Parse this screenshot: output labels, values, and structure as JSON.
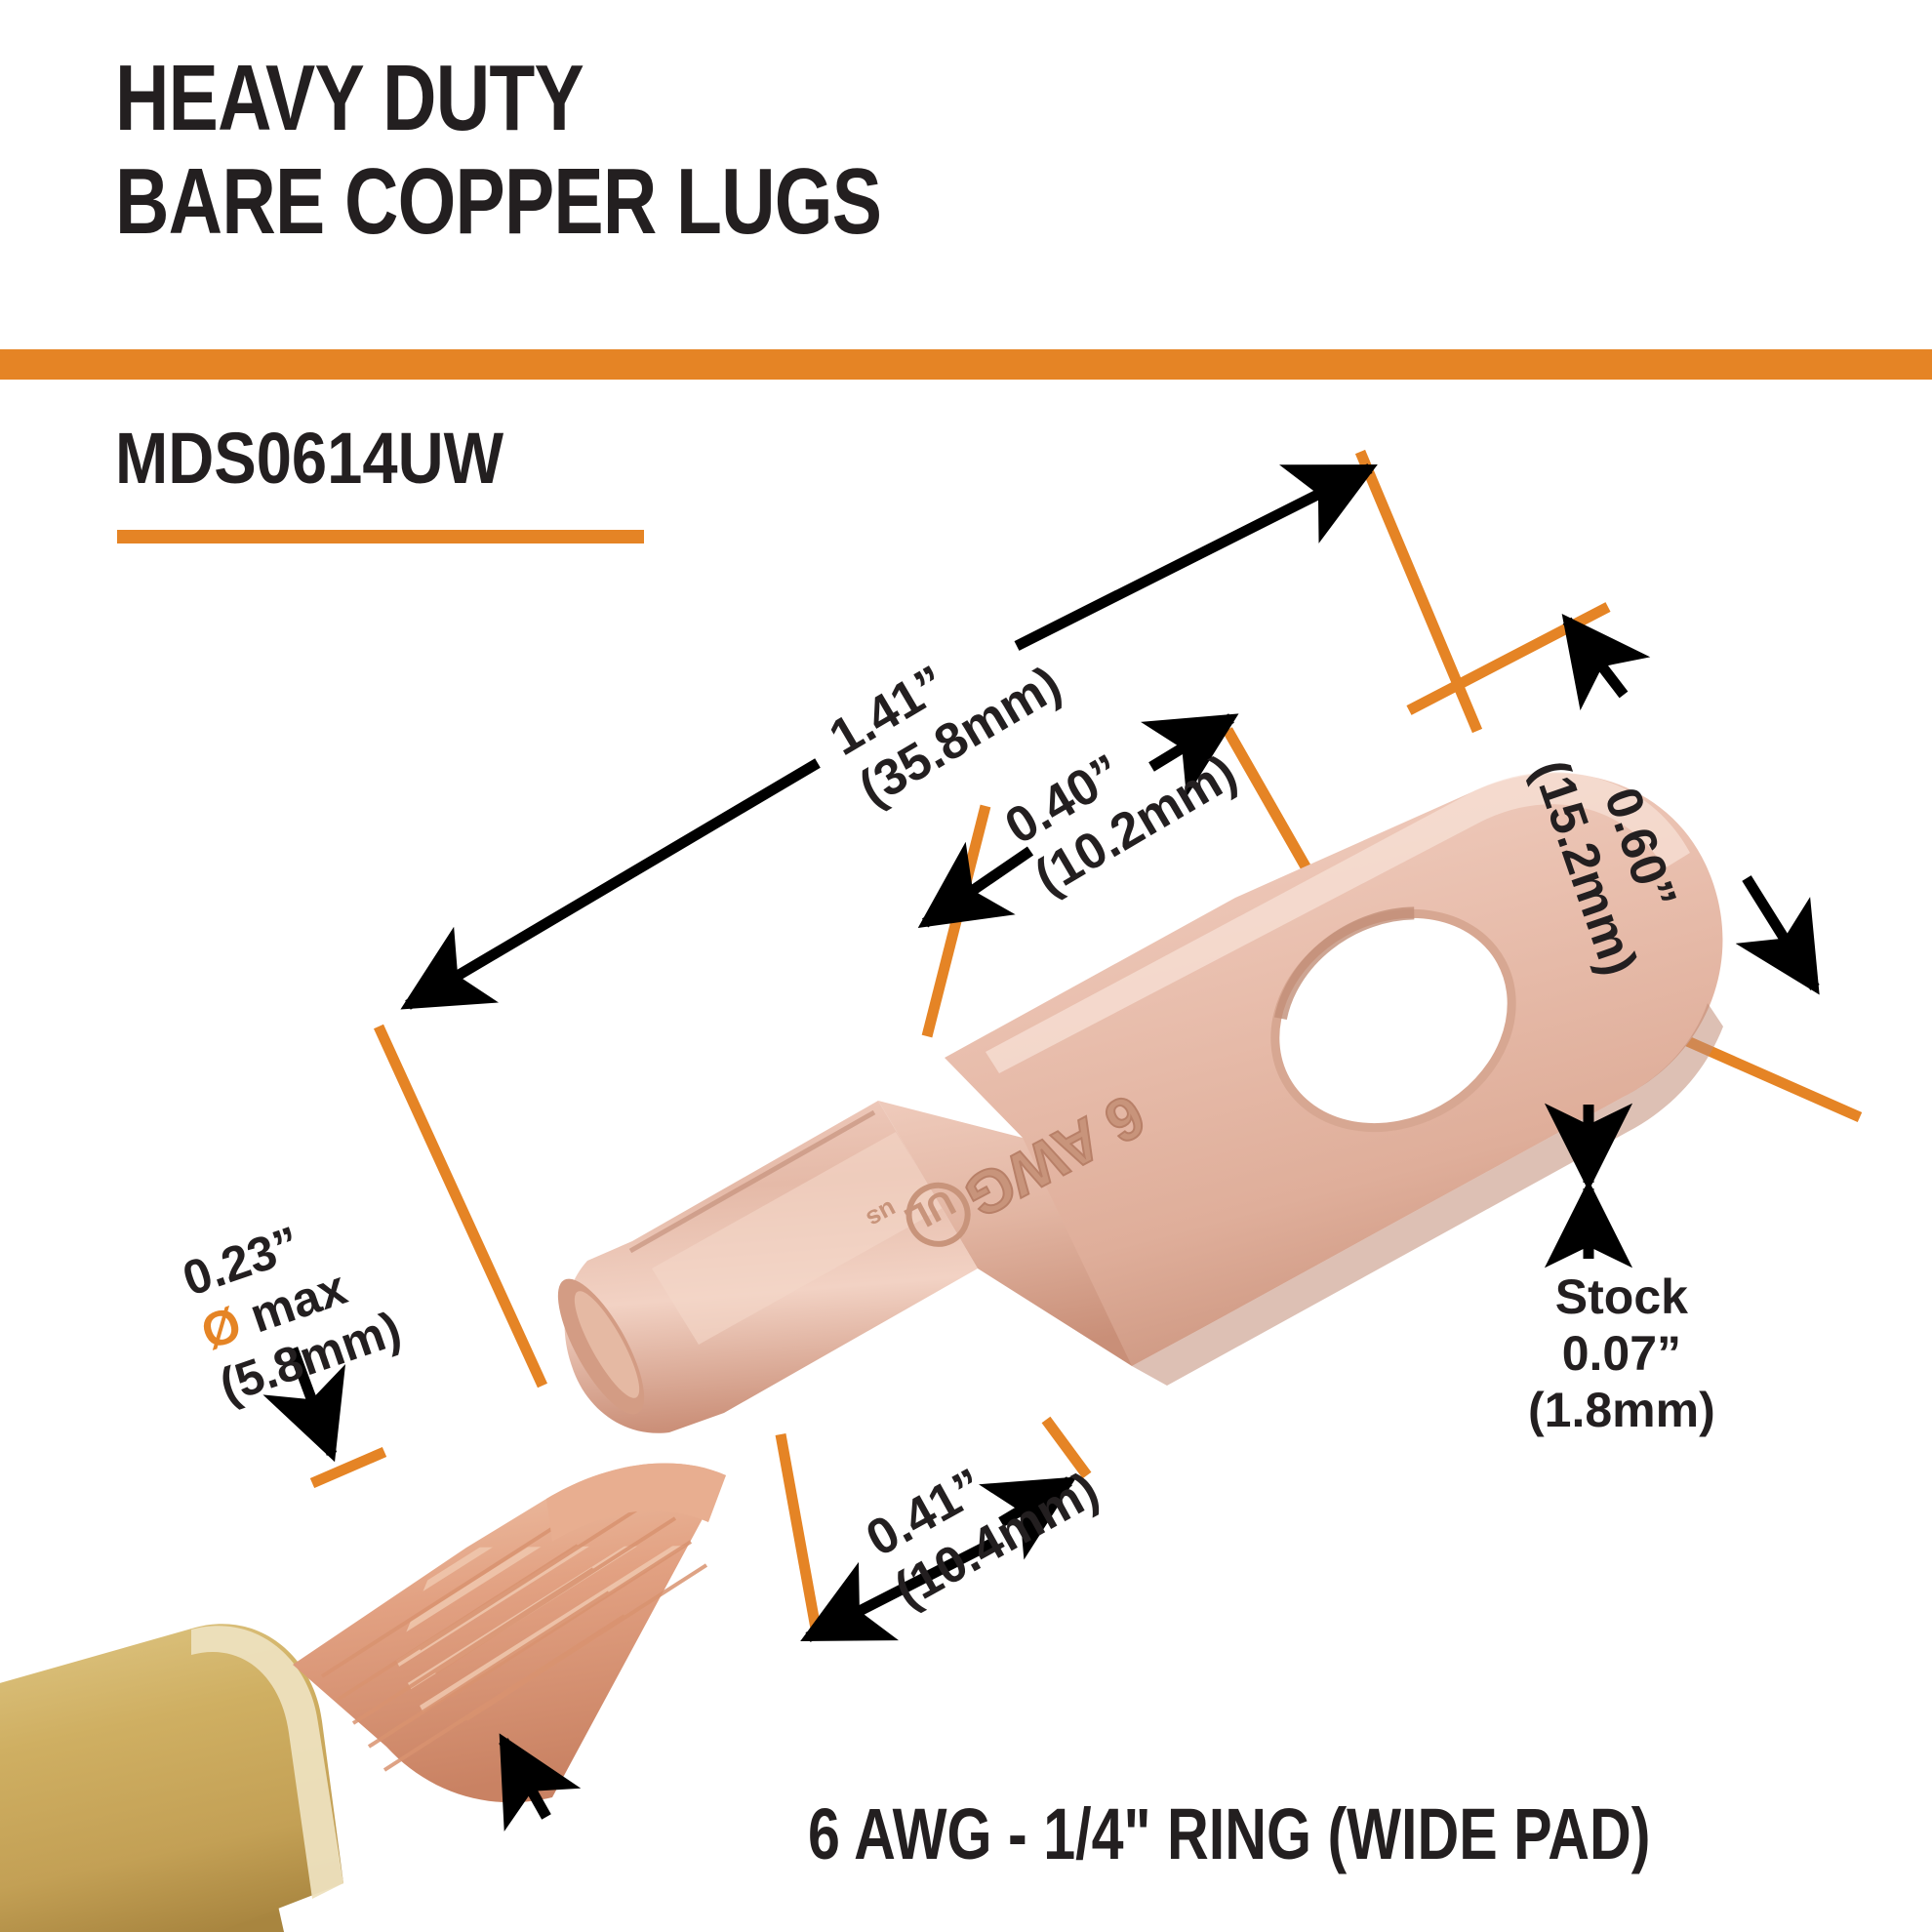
{
  "header": {
    "title_line1": "HEAVY DUTY",
    "title_line2": "BARE COPPER LUGS",
    "part_number": "MDS0614UW",
    "accent_color": "#E58425",
    "text_color": "#231f20"
  },
  "footer": {
    "caption": "6 AWG - 1/4\" RING (WIDE PAD)"
  },
  "dimensions": {
    "overall_length": {
      "name": "overall-length",
      "inches": "1.41”",
      "mm": "(35.8mm)"
    },
    "pad_offset": {
      "name": "pad-offset",
      "inches": "0.40”",
      "mm": "(10.2mm)"
    },
    "pad_width": {
      "name": "pad-width",
      "inches": "0.60”",
      "mm": "(15.2mm)"
    },
    "barrel_length": {
      "name": "barrel-length",
      "inches": "0.41”",
      "mm": "(10.4mm)"
    },
    "wire_diameter": {
      "name": "wire-diameter",
      "inches": "0.23”",
      "symbol": "Ø",
      "qualifier": " max",
      "mm": "(5.8mm)"
    },
    "stock_thickness": {
      "name": "stock-thickness",
      "label": "Stock",
      "inches": "0.07”",
      "mm": "(1.8mm)"
    }
  },
  "product": {
    "lug_stamp": "6 AWG",
    "lug_cert": "UL us",
    "copper_color": "#E8BCAC",
    "copper_shadow": "#D5A08E",
    "cable_jacket_color": "#CBAB5C",
    "strand_color": "#E0A484"
  }
}
